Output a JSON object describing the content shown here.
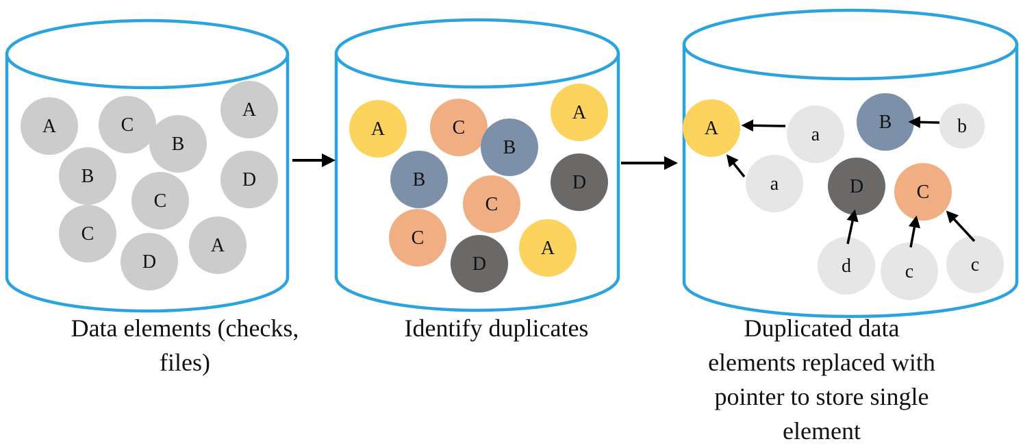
{
  "colors": {
    "outline": "#2ba3df",
    "arrow": "#000000",
    "grey": "#cccccc",
    "lightgrey": "#e6e6e6",
    "yellow": "#fcd45d",
    "orange": "#f1ae83",
    "blue": "#7c90aa",
    "dark": "#6b6868",
    "text": "#111111"
  },
  "cylinders": [
    {
      "name": "data-elements",
      "balls": [
        {
          "label": "A",
          "fill": "grey"
        },
        {
          "label": "C",
          "fill": "grey"
        },
        {
          "label": "B",
          "fill": "grey"
        },
        {
          "label": "A",
          "fill": "grey"
        },
        {
          "label": "B",
          "fill": "grey"
        },
        {
          "label": "C",
          "fill": "grey"
        },
        {
          "label": "D",
          "fill": "grey"
        },
        {
          "label": "C",
          "fill": "grey"
        },
        {
          "label": "D",
          "fill": "grey"
        },
        {
          "label": "A",
          "fill": "grey"
        }
      ]
    },
    {
      "name": "identify-duplicates",
      "balls": [
        {
          "label": "A",
          "fill": "yellow"
        },
        {
          "label": "C",
          "fill": "orange"
        },
        {
          "label": "B",
          "fill": "blue"
        },
        {
          "label": "A",
          "fill": "yellow"
        },
        {
          "label": "B",
          "fill": "blue"
        },
        {
          "label": "C",
          "fill": "orange"
        },
        {
          "label": "D",
          "fill": "dark"
        },
        {
          "label": "C",
          "fill": "orange"
        },
        {
          "label": "D",
          "fill": "dark"
        },
        {
          "label": "A",
          "fill": "yellow"
        }
      ]
    },
    {
      "name": "pointers",
      "balls": [
        {
          "label": "A",
          "fill": "yellow"
        },
        {
          "label": "a",
          "fill": "lightgrey"
        },
        {
          "label": "B",
          "fill": "blue"
        },
        {
          "label": "b",
          "fill": "lightgrey"
        },
        {
          "label": "a",
          "fill": "lightgrey"
        },
        {
          "label": "D",
          "fill": "dark"
        },
        {
          "label": "C",
          "fill": "orange"
        },
        {
          "label": "d",
          "fill": "lightgrey"
        },
        {
          "label": "c",
          "fill": "lightgrey"
        },
        {
          "label": "c",
          "fill": "lightgrey"
        }
      ]
    }
  ],
  "captions": {
    "first": [
      "Data elements (checks,",
      "files)"
    ],
    "second": [
      "Identify duplicates"
    ],
    "third": [
      "Duplicated data",
      "elements replaced with",
      "pointer to store single",
      "element"
    ]
  }
}
